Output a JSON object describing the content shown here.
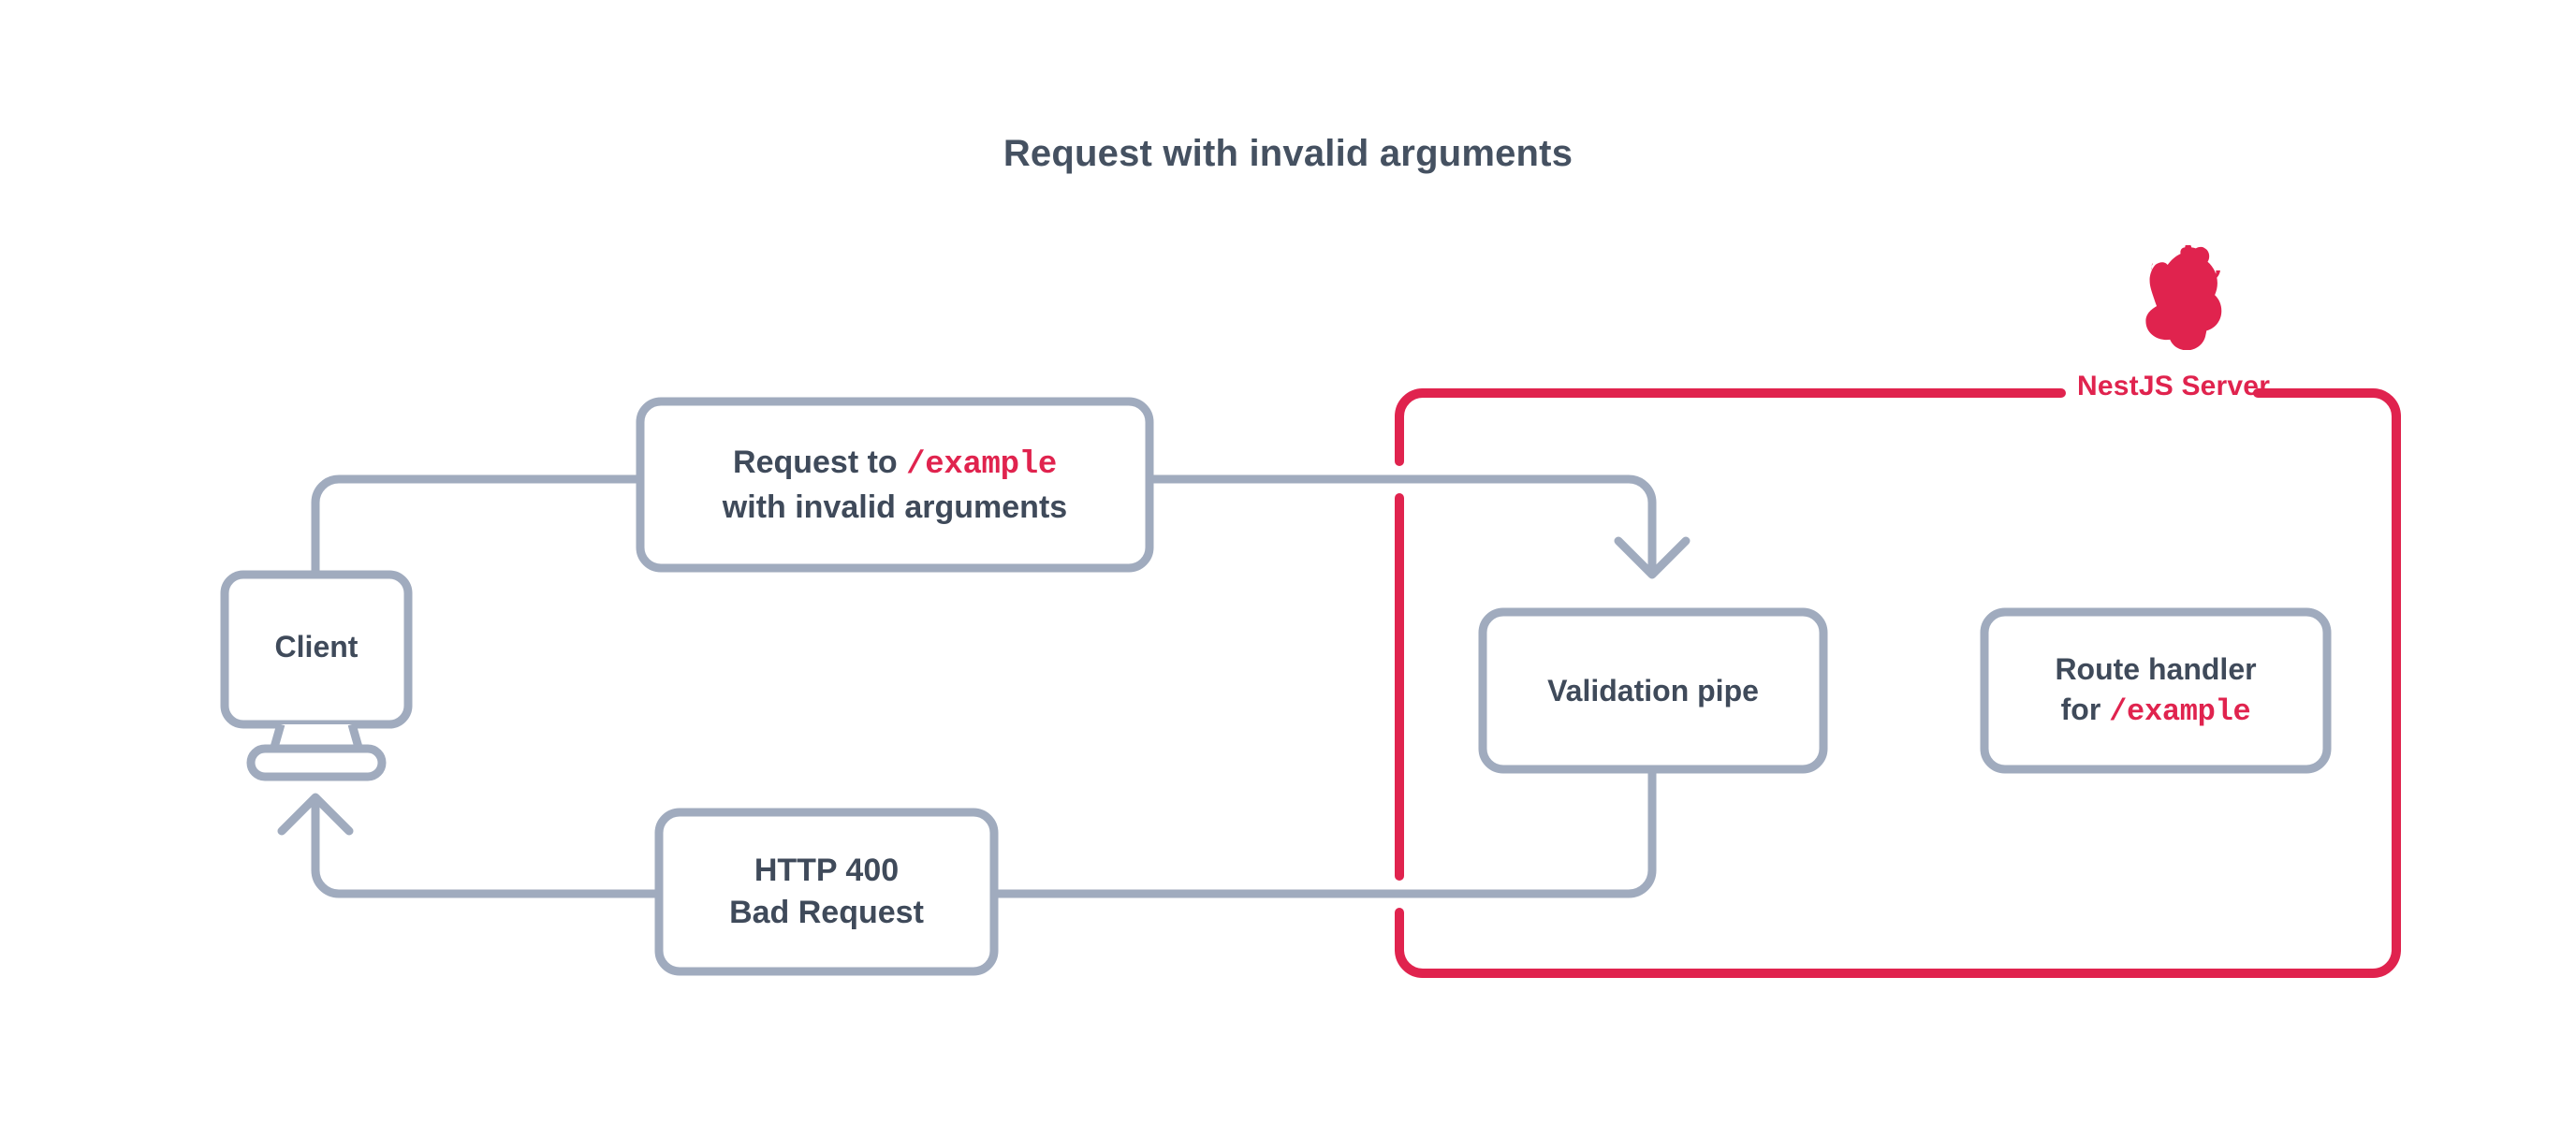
{
  "title": "Request with invalid arguments",
  "colors": {
    "accent_red": "#E0234E",
    "node_border": "#A0ABBE",
    "connector": "#A0ABBE",
    "text": "#3F4A5A",
    "title_text": "#455161",
    "background": "#FFFFFF"
  },
  "boundary": {
    "label": "NestJS Server",
    "logo_name": "nestjs-logo"
  },
  "nodes": {
    "client": {
      "label": "Client",
      "icon": "monitor-icon"
    },
    "request": {
      "line1_prefix": "Request to ",
      "line1_path": "/example",
      "line2": "with invalid arguments"
    },
    "validation_pipe": {
      "label": "Validation pipe"
    },
    "route_handler": {
      "line1": "Route handler",
      "line2_prefix": "for ",
      "line2_path": "/example"
    },
    "http400": {
      "line1": "HTTP 400",
      "line2": "Bad Request"
    }
  },
  "connectors": [
    {
      "name": "client-to-request",
      "from": "client",
      "to": "request",
      "arrow": false
    },
    {
      "name": "request-to-validation-pipe",
      "from": "request",
      "to": "validation_pipe",
      "arrow": true
    },
    {
      "name": "validation-pipe-to-http400",
      "from": "validation_pipe",
      "to": "http400",
      "arrow": false
    },
    {
      "name": "http400-to-client",
      "from": "http400",
      "to": "client",
      "arrow": true
    }
  ]
}
